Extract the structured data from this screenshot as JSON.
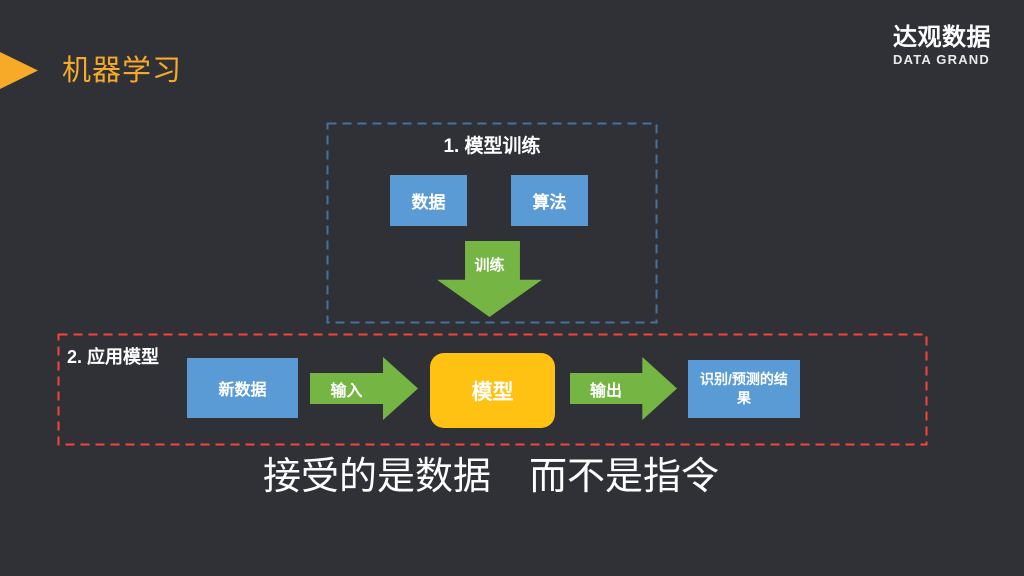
{
  "slide": {
    "header": {
      "title": "机器学习",
      "logo_name": "达观数据",
      "logo_tagline": "DATA GRAND"
    },
    "training": {
      "label": "1. 模型训练",
      "box_data": "数据",
      "box_algorithm": "算法",
      "arrow_label": "训练"
    },
    "apply": {
      "label": "2. 应用模型",
      "box_new_data": "新数据",
      "arrow_input": "输入",
      "box_model": "模型",
      "arrow_output": "输出",
      "box_result": "识别/预测的结果"
    },
    "slogan": "接受的是数据　而不是指令",
    "colors": {
      "background": "#2F3136",
      "accent_orange": "#F7A928",
      "box_blue": "#5B9BD5",
      "arrow_green": "#74B544",
      "model_yellow": "#FFC112",
      "border_blue_dashed": "#45719B",
      "border_red_dashed": "#F9423A",
      "text_white": "#FFFFFF"
    }
  }
}
